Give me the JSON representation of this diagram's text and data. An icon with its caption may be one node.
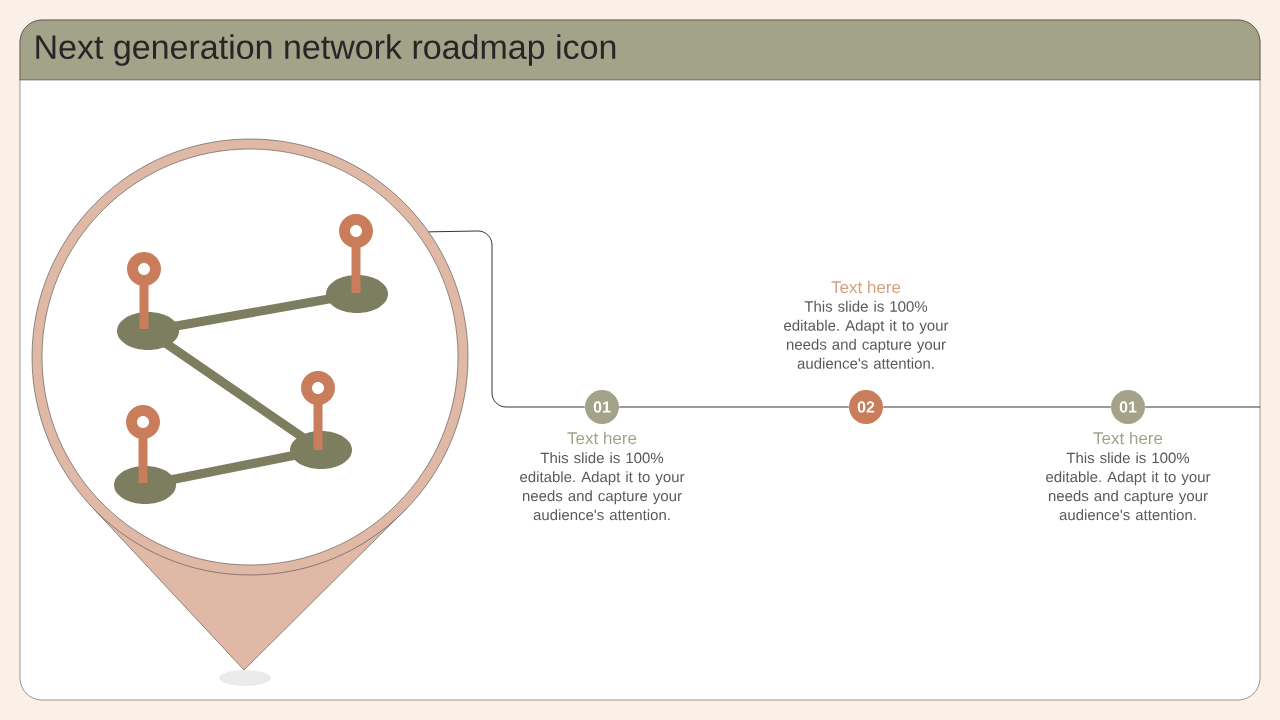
{
  "diagram": {
    "title": "Next generation network roadmap icon",
    "nodes": [
      {
        "text": [],
        "shape": "picture"
      },
      {
        "text": [
          "01"
        ],
        "beside": [
          "Text here",
          "This slide is 100% editable. Adapt it to your needs and capture your audience's attention."
        ]
      },
      {
        "text": [
          "02"
        ],
        "beside": [
          "Text here",
          "This slide is 100% editable. Adapt it to your needs and capture your audience's attention."
        ]
      },
      {
        "text": [
          "01"
        ],
        "beside": [
          "Text here",
          "This slide is 100% editable. Adapt it to your needs and capture your audience's attention."
        ]
      }
    ],
    "edges": [
      {
        "from": 0,
        "to": 1,
        "arrow": "none"
      },
      {
        "from": 1,
        "to": 2,
        "arrow": "none"
      },
      {
        "from": 2,
        "to": 3,
        "arrow": "none"
      },
      {
        "from": 3,
        "to": null,
        "arrow": "none"
      }
    ]
  }
}
